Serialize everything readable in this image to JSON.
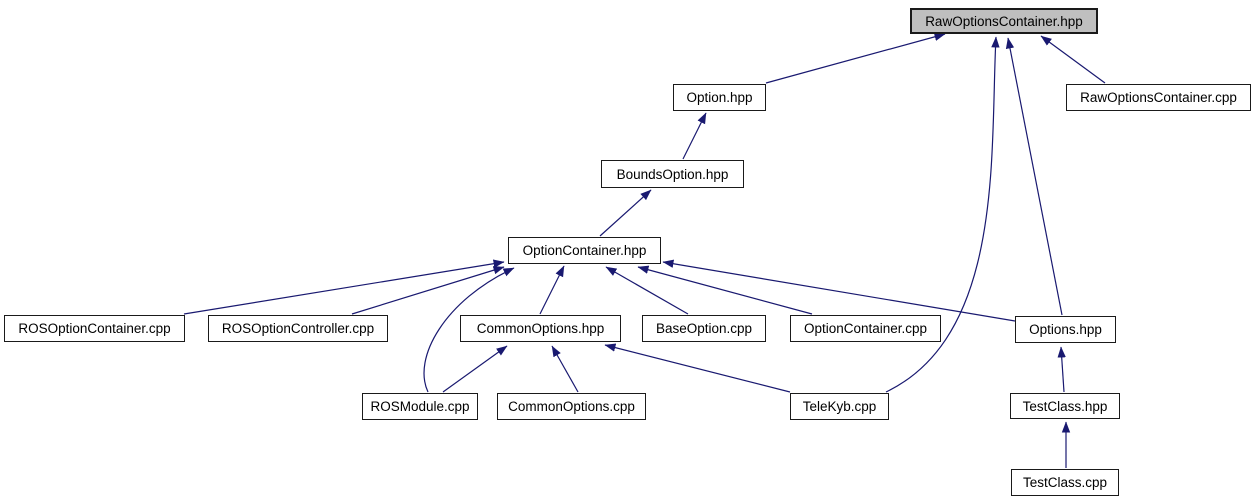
{
  "diagram": {
    "title": "RawOptionsContainer.hpp include dependency graph",
    "type": "included-by-graph",
    "root": "RawOptionsContainer.hpp",
    "colors": {
      "edge": "#191970",
      "root_fill": "#bfbfbf",
      "node_fill": "#ffffff",
      "border": "#1a1a1a"
    },
    "nodes": [
      {
        "id": "RawOptionsContainer.hpp",
        "label": "RawOptionsContainer.hpp",
        "root": true
      },
      {
        "id": "Option.hpp",
        "label": "Option.hpp"
      },
      {
        "id": "RawOptionsContainer.cpp",
        "label": "RawOptionsContainer.cpp"
      },
      {
        "id": "BoundsOption.hpp",
        "label": "BoundsOption.hpp"
      },
      {
        "id": "OptionContainer.hpp",
        "label": "OptionContainer.hpp"
      },
      {
        "id": "ROSOptionContainer.cpp",
        "label": "ROSOptionContainer.cpp"
      },
      {
        "id": "ROSOptionController.cpp",
        "label": "ROSOptionController.cpp"
      },
      {
        "id": "CommonOptions.hpp",
        "label": "CommonOptions.hpp"
      },
      {
        "id": "BaseOption.cpp",
        "label": "BaseOption.cpp"
      },
      {
        "id": "OptionContainer.cpp",
        "label": "OptionContainer.cpp"
      },
      {
        "id": "Options.hpp",
        "label": "Options.hpp"
      },
      {
        "id": "ROSModule.cpp",
        "label": "ROSModule.cpp"
      },
      {
        "id": "CommonOptions.cpp",
        "label": "CommonOptions.cpp"
      },
      {
        "id": "TeleKyb.cpp",
        "label": "TeleKyb.cpp"
      },
      {
        "id": "TestClass.hpp",
        "label": "TestClass.hpp"
      },
      {
        "id": "TestClass.cpp",
        "label": "TestClass.cpp"
      }
    ],
    "edges": [
      {
        "from": "Option.hpp",
        "to": "RawOptionsContainer.hpp"
      },
      {
        "from": "RawOptionsContainer.cpp",
        "to": "RawOptionsContainer.hpp"
      },
      {
        "from": "Options.hpp",
        "to": "RawOptionsContainer.hpp"
      },
      {
        "from": "TeleKyb.cpp",
        "to": "RawOptionsContainer.hpp"
      },
      {
        "from": "BoundsOption.hpp",
        "to": "Option.hpp"
      },
      {
        "from": "OptionContainer.hpp",
        "to": "BoundsOption.hpp"
      },
      {
        "from": "ROSOptionContainer.cpp",
        "to": "OptionContainer.hpp"
      },
      {
        "from": "ROSOptionController.cpp",
        "to": "OptionContainer.hpp"
      },
      {
        "from": "ROSModule.cpp",
        "to": "OptionContainer.hpp"
      },
      {
        "from": "CommonOptions.hpp",
        "to": "OptionContainer.hpp"
      },
      {
        "from": "BaseOption.cpp",
        "to": "OptionContainer.hpp"
      },
      {
        "from": "OptionContainer.cpp",
        "to": "OptionContainer.hpp"
      },
      {
        "from": "Options.hpp",
        "to": "OptionContainer.hpp"
      },
      {
        "from": "ROSModule.cpp",
        "to": "CommonOptions.hpp"
      },
      {
        "from": "CommonOptions.cpp",
        "to": "CommonOptions.hpp"
      },
      {
        "from": "TeleKyb.cpp",
        "to": "CommonOptions.hpp"
      },
      {
        "from": "TestClass.hpp",
        "to": "Options.hpp"
      },
      {
        "from": "TestClass.cpp",
        "to": "TestClass.hpp"
      }
    ]
  }
}
